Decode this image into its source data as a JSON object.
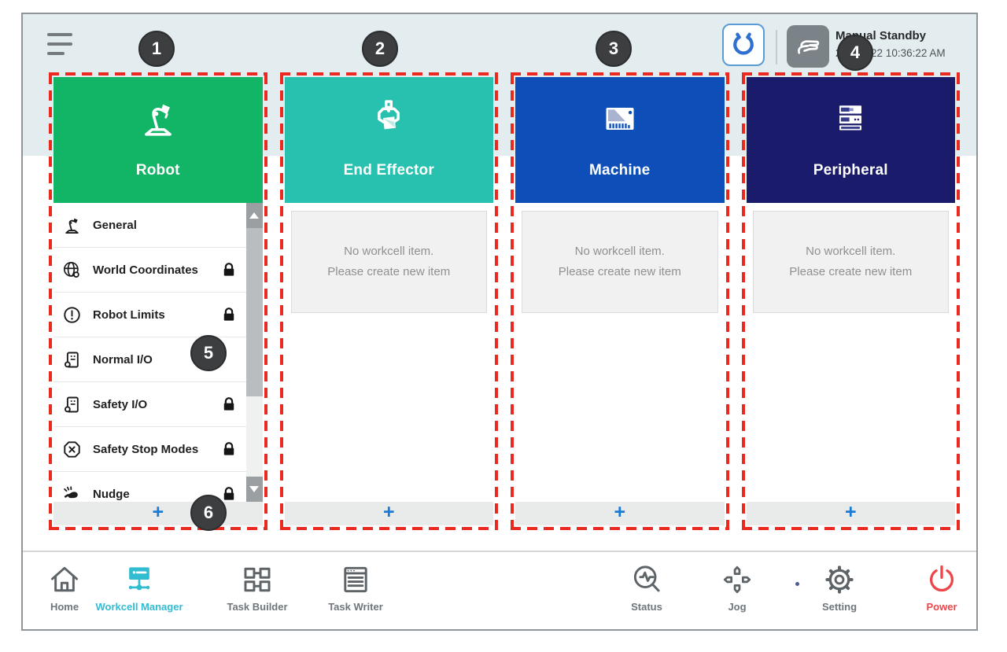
{
  "header": {
    "mode_label": "Manual Standby",
    "timestamp": "2022.2.22 10:36:22 AM",
    "icons": {
      "menu": "hamburger-icon",
      "robot_mode": "gripper-icon",
      "manual_mode": "hand-icon"
    }
  },
  "callouts": {
    "c1": "1",
    "c2": "2",
    "c3": "3",
    "c4": "4",
    "c5": "5",
    "c6": "6"
  },
  "columns": {
    "robot": {
      "title": "Robot",
      "color": "#12b465",
      "icon": "robot-arm-icon",
      "add_label": "+",
      "items": [
        {
          "label": "General",
          "icon": "robot-arm-icon",
          "locked": false
        },
        {
          "label": "World Coordinates",
          "icon": "world-gear-icon",
          "locked": true
        },
        {
          "label": "Robot Limits",
          "icon": "alert-circle-icon",
          "locked": true
        },
        {
          "label": "Normal I/O",
          "icon": "io-board-icon",
          "locked": false
        },
        {
          "label": "Safety I/O",
          "icon": "io-board-icon",
          "locked": true
        },
        {
          "label": "Safety Stop Modes",
          "icon": "stop-octagon-icon",
          "locked": true
        },
        {
          "label": "Nudge",
          "icon": "nudge-hand-icon",
          "locked": true
        }
      ]
    },
    "end_effector": {
      "title": "End Effector",
      "color": "#28c0af",
      "icon": "gripper-box-icon",
      "add_label": "+",
      "empty_line1": "No workcell item.",
      "empty_line2": "Please create new item"
    },
    "machine": {
      "title": "Machine",
      "color": "#0d4eb9",
      "icon": "machine-icon",
      "add_label": "+",
      "empty_line1": "No workcell item.",
      "empty_line2": "Please create new item"
    },
    "peripheral": {
      "title": "Peripheral",
      "color": "#1a1b6b",
      "icon": "server-rack-icon",
      "add_label": "+",
      "empty_line1": "No workcell item.",
      "empty_line2": "Please create new item"
    }
  },
  "bottom_nav": {
    "accent_color": "#31bcd2",
    "power_color": "#ee4549",
    "items": [
      {
        "label": "Home",
        "icon": "home-icon"
      },
      {
        "label": "Workcell Manager",
        "icon": "workcell-tree-icon",
        "active": true
      },
      {
        "label": "Task Builder",
        "icon": "task-builder-icon"
      },
      {
        "label": "Task Writer",
        "icon": "task-writer-icon"
      },
      {
        "label": "Status",
        "icon": "status-pulse-icon"
      },
      {
        "label": "Jog",
        "icon": "jog-dpad-icon"
      },
      {
        "label": "Setting",
        "icon": "gear-icon"
      },
      {
        "label": "Power",
        "icon": "power-icon",
        "danger": true
      }
    ]
  }
}
